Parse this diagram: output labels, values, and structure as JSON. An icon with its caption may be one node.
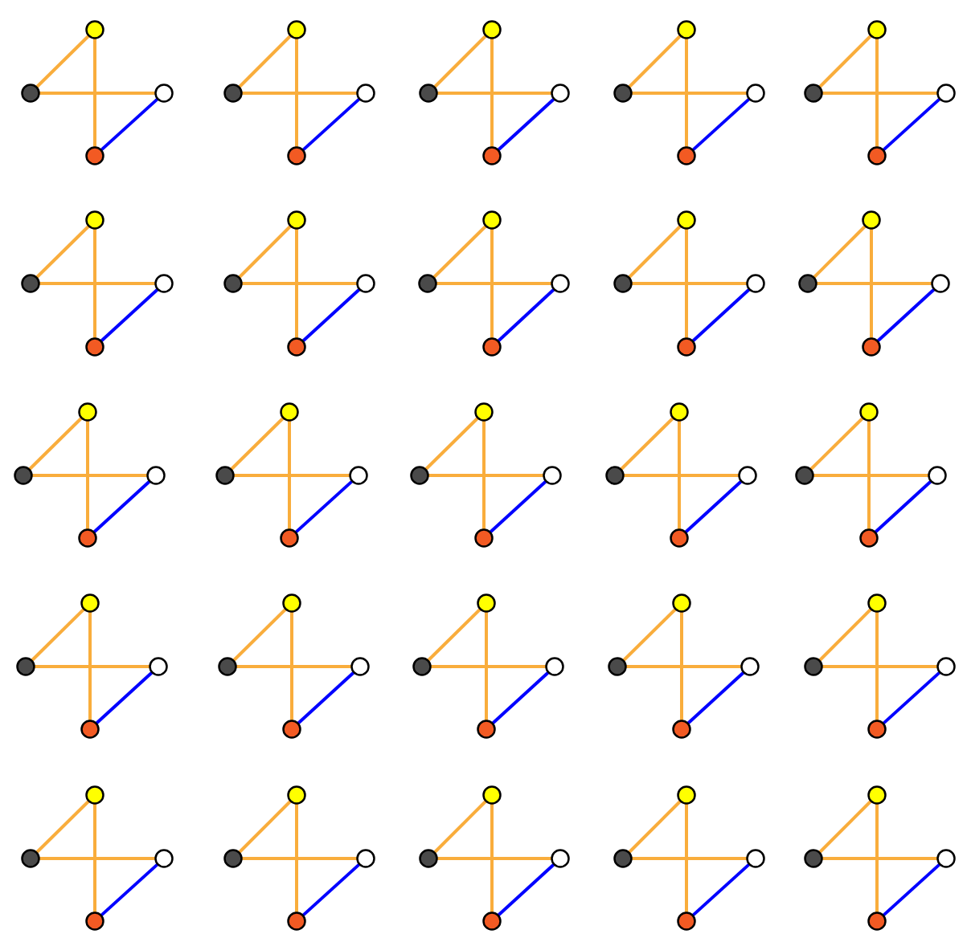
{
  "diagram": {
    "nodes": [
      {
        "text": [],
        "shape": "circle"
      },
      {
        "text": [],
        "shape": "circle"
      },
      {
        "text": [],
        "shape": "circle"
      },
      {
        "text": [],
        "shape": "circle"
      },
      {
        "text": [],
        "shape": "circle"
      },
      {
        "text": [],
        "shape": "circle"
      },
      {
        "text": [],
        "shape": "circle"
      },
      {
        "text": [],
        "shape": "circle"
      },
      {
        "text": [],
        "shape": "circle"
      },
      {
        "text": [],
        "shape": "circle"
      },
      {
        "text": [],
        "shape": "circle"
      },
      {
        "text": [],
        "shape": "circle"
      },
      {
        "text": [],
        "shape": "circle"
      },
      {
        "text": [],
        "shape": "circle"
      },
      {
        "text": [],
        "shape": "circle"
      },
      {
        "text": [],
        "shape": "circle"
      },
      {
        "text": [],
        "shape": "circle"
      },
      {
        "text": [],
        "shape": "circle"
      },
      {
        "text": [],
        "shape": "circle"
      },
      {
        "text": [],
        "shape": "circle"
      },
      {
        "text": [],
        "shape": "circle"
      },
      {
        "text": [],
        "shape": "circle"
      },
      {
        "text": [],
        "shape": "circle"
      },
      {
        "text": [],
        "shape": "circle"
      },
      {
        "text": [],
        "shape": "circle"
      },
      {
        "text": [],
        "shape": "circle"
      },
      {
        "text": [],
        "shape": "circle"
      },
      {
        "text": [],
        "shape": "circle"
      },
      {
        "text": [],
        "shape": "circle"
      },
      {
        "text": [],
        "shape": "circle"
      },
      {
        "text": [],
        "shape": "circle"
      },
      {
        "text": [],
        "shape": "circle"
      },
      {
        "text": [],
        "shape": "circle"
      },
      {
        "text": [],
        "shape": "circle"
      },
      {
        "text": [],
        "shape": "circle"
      },
      {
        "text": [],
        "shape": "circle"
      },
      {
        "text": [],
        "shape": "circle"
      },
      {
        "text": [],
        "shape": "circle"
      },
      {
        "text": [],
        "shape": "circle"
      },
      {
        "text": [],
        "shape": "circle"
      },
      {
        "text": [],
        "shape": "circle"
      },
      {
        "text": [],
        "shape": "circle"
      },
      {
        "text": [],
        "shape": "circle"
      },
      {
        "text": [],
        "shape": "circle"
      },
      {
        "text": [],
        "shape": "circle"
      },
      {
        "text": [],
        "shape": "circle"
      },
      {
        "text": [],
        "shape": "circle"
      },
      {
        "text": [],
        "shape": "circle"
      },
      {
        "text": [],
        "shape": "circle"
      },
      {
        "text": [],
        "shape": "circle"
      },
      {
        "text": [],
        "shape": "circle"
      },
      {
        "text": [],
        "shape": "circle"
      },
      {
        "text": [],
        "shape": "circle"
      },
      {
        "text": [],
        "shape": "circle"
      },
      {
        "text": [],
        "shape": "circle"
      },
      {
        "text": [],
        "shape": "circle"
      },
      {
        "text": [],
        "shape": "circle"
      },
      {
        "text": [],
        "shape": "circle"
      },
      {
        "text": [],
        "shape": "circle"
      },
      {
        "text": [],
        "shape": "circle"
      },
      {
        "text": [],
        "shape": "circle"
      },
      {
        "text": [],
        "shape": "circle"
      },
      {
        "text": [],
        "shape": "circle"
      },
      {
        "text": [],
        "shape": "circle"
      },
      {
        "text": [],
        "shape": "circle"
      },
      {
        "text": [],
        "shape": "circle"
      },
      {
        "text": [],
        "shape": "circle"
      },
      {
        "text": [],
        "shape": "circle"
      },
      {
        "text": [],
        "shape": "circle"
      },
      {
        "text": [],
        "shape": "circle"
      },
      {
        "text": [],
        "shape": "circle"
      },
      {
        "text": [],
        "shape": "circle"
      },
      {
        "text": [],
        "shape": "circle"
      },
      {
        "text": [],
        "shape": "circle"
      },
      {
        "text": [],
        "shape": "circle"
      },
      {
        "text": [],
        "shape": "circle"
      },
      {
        "text": [],
        "shape": "circle"
      },
      {
        "text": [],
        "shape": "circle"
      },
      {
        "text": [],
        "shape": "circle"
      },
      {
        "text": [],
        "shape": "circle"
      },
      {
        "text": [],
        "shape": "circle"
      },
      {
        "text": [],
        "shape": "circle"
      },
      {
        "text": [],
        "shape": "circle"
      },
      {
        "text": [],
        "shape": "circle"
      },
      {
        "text": [],
        "shape": "circle"
      },
      {
        "text": [],
        "shape": "circle"
      },
      {
        "text": [],
        "shape": "circle"
      },
      {
        "text": [],
        "shape": "circle"
      },
      {
        "text": [],
        "shape": "circle"
      },
      {
        "text": [],
        "shape": "circle"
      },
      {
        "text": [],
        "shape": "circle"
      },
      {
        "text": [],
        "shape": "circle"
      },
      {
        "text": [],
        "shape": "circle"
      },
      {
        "text": [],
        "shape": "circle"
      },
      {
        "text": [],
        "shape": "circle"
      },
      {
        "text": [],
        "shape": "circle"
      },
      {
        "text": [],
        "shape": "circle"
      },
      {
        "text": [],
        "shape": "circle"
      },
      {
        "text": [],
        "shape": "circle"
      },
      {
        "text": [],
        "shape": "circle"
      }
    ],
    "edges": [
      {
        "from": 1,
        "to": 0,
        "arrow": "none"
      },
      {
        "from": 1,
        "to": 2,
        "arrow": "none"
      },
      {
        "from": 0,
        "to": 3,
        "arrow": "none"
      },
      {
        "from": 3,
        "to": 2,
        "arrow": "none",
        "color": "#0000ff"
      },
      {
        "from": 5,
        "to": 4,
        "arrow": "none"
      },
      {
        "from": 5,
        "to": 6,
        "arrow": "none"
      },
      {
        "from": 4,
        "to": 7,
        "arrow": "none"
      },
      {
        "from": 7,
        "to": 6,
        "arrow": "none",
        "color": "#0000ff"
      },
      {
        "from": 9,
        "to": 8,
        "arrow": "none"
      },
      {
        "from": 9,
        "to": 10,
        "arrow": "none"
      },
      {
        "from": 8,
        "to": 11,
        "arrow": "none"
      },
      {
        "from": 11,
        "to": 10,
        "arrow": "none",
        "color": "#0000ff"
      },
      {
        "from": 13,
        "to": 12,
        "arrow": "none"
      },
      {
        "from": 13,
        "to": 14,
        "arrow": "none"
      },
      {
        "from": 12,
        "to": 15,
        "arrow": "none"
      },
      {
        "from": 15,
        "to": 14,
        "arrow": "none",
        "color": "#0000ff"
      },
      {
        "from": 17,
        "to": 16,
        "arrow": "none"
      },
      {
        "from": 17,
        "to": 18,
        "arrow": "none"
      },
      {
        "from": 16,
        "to": 19,
        "arrow": "none"
      },
      {
        "from": 19,
        "to": 18,
        "arrow": "none",
        "color": "#0000ff"
      },
      {
        "from": 21,
        "to": 20,
        "arrow": "none"
      },
      {
        "from": 21,
        "to": 22,
        "arrow": "none"
      },
      {
        "from": 20,
        "to": 23,
        "arrow": "none"
      },
      {
        "from": 23,
        "to": 22,
        "arrow": "none",
        "color": "#0000ff"
      },
      {
        "from": 25,
        "to": 24,
        "arrow": "none"
      },
      {
        "from": 25,
        "to": 26,
        "arrow": "none"
      },
      {
        "from": 24,
        "to": 27,
        "arrow": "none"
      },
      {
        "from": 27,
        "to": 26,
        "arrow": "none",
        "color": "#0000ff"
      },
      {
        "from": 29,
        "to": 28,
        "arrow": "none"
      },
      {
        "from": 29,
        "to": 30,
        "arrow": "none"
      },
      {
        "from": 28,
        "to": 31,
        "arrow": "none"
      },
      {
        "from": 31,
        "to": 30,
        "arrow": "none",
        "color": "#0000ff"
      },
      {
        "from": 33,
        "to": 32,
        "arrow": "none"
      },
      {
        "from": 33,
        "to": 34,
        "arrow": "none"
      },
      {
        "from": 32,
        "to": 35,
        "arrow": "none"
      },
      {
        "from": 35,
        "to": 34,
        "arrow": "none",
        "color": "#0000ff"
      },
      {
        "from": 37,
        "to": 36,
        "arrow": "none"
      },
      {
        "from": 37,
        "to": 38,
        "arrow": "none"
      },
      {
        "from": 36,
        "to": 39,
        "arrow": "none"
      },
      {
        "from": 39,
        "to": 38,
        "arrow": "none",
        "color": "#0000ff"
      },
      {
        "from": 41,
        "to": 40,
        "arrow": "none"
      },
      {
        "from": 41,
        "to": 42,
        "arrow": "none"
      },
      {
        "from": 40,
        "to": 43,
        "arrow": "none"
      },
      {
        "from": 43,
        "to": 42,
        "arrow": "none",
        "color": "#0000ff"
      },
      {
        "from": 45,
        "to": 44,
        "arrow": "none"
      },
      {
        "from": 45,
        "to": 46,
        "arrow": "none"
      },
      {
        "from": 44,
        "to": 47,
        "arrow": "none"
      },
      {
        "from": 47,
        "to": 46,
        "arrow": "none",
        "color": "#0000ff"
      },
      {
        "from": 49,
        "to": 48,
        "arrow": "none"
      },
      {
        "from": 49,
        "to": 50,
        "arrow": "none"
      },
      {
        "from": 48,
        "to": 51,
        "arrow": "none"
      },
      {
        "from": 51,
        "to": 50,
        "arrow": "none",
        "color": "#0000ff"
      },
      {
        "from": 53,
        "to": 52,
        "arrow": "none"
      },
      {
        "from": 53,
        "to": 54,
        "arrow": "none"
      },
      {
        "from": 52,
        "to": 55,
        "arrow": "none"
      },
      {
        "from": 55,
        "to": 54,
        "arrow": "none",
        "color": "#0000ff"
      },
      {
        "from": 57,
        "to": 56,
        "arrow": "none"
      },
      {
        "from": 57,
        "to": 58,
        "arrow": "none"
      },
      {
        "from": 56,
        "to": 59,
        "arrow": "none"
      },
      {
        "from": 59,
        "to": 58,
        "arrow": "none",
        "color": "#0000ff"
      },
      {
        "from": 61,
        "to": 60,
        "arrow": "none"
      },
      {
        "from": 61,
        "to": 62,
        "arrow": "none"
      },
      {
        "from": 60,
        "to": 63,
        "arrow": "none"
      },
      {
        "from": 63,
        "to": 62,
        "arrow": "none",
        "color": "#0000ff"
      },
      {
        "from": 65,
        "to": 64,
        "arrow": "none"
      },
      {
        "from": 65,
        "to": 66,
        "arrow": "none"
      },
      {
        "from": 64,
        "to": 67,
        "arrow": "none"
      },
      {
        "from": 67,
        "to": 66,
        "arrow": "none",
        "color": "#0000ff"
      },
      {
        "from": 69,
        "to": 68,
        "arrow": "none"
      },
      {
        "from": 69,
        "to": 70,
        "arrow": "none"
      },
      {
        "from": 68,
        "to": 71,
        "arrow": "none"
      },
      {
        "from": 71,
        "to": 70,
        "arrow": "none",
        "color": "#0000ff"
      },
      {
        "from": 73,
        "to": 72,
        "arrow": "none"
      },
      {
        "from": 73,
        "to": 74,
        "arrow": "none"
      },
      {
        "from": 72,
        "to": 75,
        "arrow": "none"
      },
      {
        "from": 75,
        "to": 74,
        "arrow": "none",
        "color": "#0000ff"
      },
      {
        "from": 77,
        "to": 76,
        "arrow": "none"
      },
      {
        "from": 77,
        "to": 78,
        "arrow": "none"
      },
      {
        "from": 76,
        "to": 79,
        "arrow": "none"
      },
      {
        "from": 79,
        "to": 78,
        "arrow": "none",
        "color": "#0000ff"
      },
      {
        "from": 81,
        "to": 80,
        "arrow": "none"
      },
      {
        "from": 81,
        "to": 82,
        "arrow": "none"
      },
      {
        "from": 80,
        "to": 83,
        "arrow": "none"
      },
      {
        "from": 83,
        "to": 82,
        "arrow": "none",
        "color": "#0000ff"
      },
      {
        "from": 85,
        "to": 84,
        "arrow": "none"
      },
      {
        "from": 85,
        "to": 86,
        "arrow": "none"
      },
      {
        "from": 84,
        "to": 87,
        "arrow": "none"
      },
      {
        "from": 87,
        "to": 86,
        "arrow": "none",
        "color": "#0000ff"
      },
      {
        "from": 89,
        "to": 88,
        "arrow": "none"
      },
      {
        "from": 89,
        "to": 90,
        "arrow": "none"
      },
      {
        "from": 88,
        "to": 91,
        "arrow": "none"
      },
      {
        "from": 91,
        "to": 90,
        "arrow": "none",
        "color": "#0000ff"
      },
      {
        "from": 93,
        "to": 92,
        "arrow": "none"
      },
      {
        "from": 93,
        "to": 94,
        "arrow": "none"
      },
      {
        "from": 92,
        "to": 95,
        "arrow": "none"
      },
      {
        "from": 95,
        "to": 94,
        "arrow": "none",
        "color": "#0000ff"
      },
      {
        "from": 97,
        "to": 96,
        "arrow": "none"
      },
      {
        "from": 97,
        "to": 98,
        "arrow": "none"
      },
      {
        "from": 96,
        "to": 99,
        "arrow": "none"
      },
      {
        "from": 99,
        "to": 98,
        "arrow": "none",
        "color": "#0000ff"
      }
    ]
  }
}
